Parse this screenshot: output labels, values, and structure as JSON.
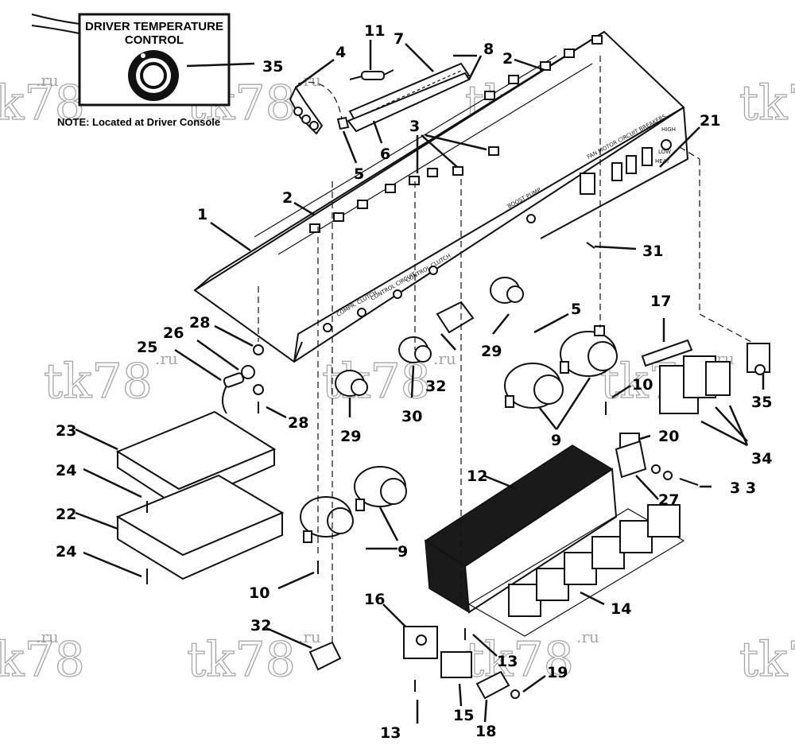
{
  "inset": {
    "title_line1": "DRIVER TEMPERATURE",
    "title_line2": "CONTROL",
    "note": "NOTE: Located at Driver Console"
  },
  "watermark": {
    "main": "tk78",
    "suffix": ".ru"
  },
  "panel_labels": {
    "fan_motor_breakers": "FAN MOTOR CIRCUIT BREAKERS",
    "high": "HIGH",
    "low": "LOW",
    "heat": "HEAT",
    "boost_pump": "BOOST PUMP",
    "compr_clutch": "COMPR. CLUTCH",
    "control_circuit": "CONTROL CIRCUIT",
    "control_clutch": "CONTROL CLUTCH"
  },
  "callouts": [
    {
      "id": "c1",
      "text": "1"
    },
    {
      "id": "c2a",
      "text": "2"
    },
    {
      "id": "c2b",
      "text": "2"
    },
    {
      "id": "c3",
      "text": "3"
    },
    {
      "id": "c4",
      "text": "4"
    },
    {
      "id": "c5a",
      "text": "5"
    },
    {
      "id": "c5b",
      "text": "5"
    },
    {
      "id": "c6",
      "text": "6"
    },
    {
      "id": "c7",
      "text": "7"
    },
    {
      "id": "c8",
      "text": "8"
    },
    {
      "id": "c9a",
      "text": "9"
    },
    {
      "id": "c9b",
      "text": "9"
    },
    {
      "id": "c10a",
      "text": "10"
    },
    {
      "id": "c10b",
      "text": "10"
    },
    {
      "id": "c11",
      "text": "11"
    },
    {
      "id": "c12",
      "text": "12"
    },
    {
      "id": "c13a",
      "text": "13"
    },
    {
      "id": "c13b",
      "text": "13"
    },
    {
      "id": "c14",
      "text": "14"
    },
    {
      "id": "c15",
      "text": "15"
    },
    {
      "id": "c16",
      "text": "16"
    },
    {
      "id": "c17",
      "text": "17"
    },
    {
      "id": "c18",
      "text": "18"
    },
    {
      "id": "c19",
      "text": "19"
    },
    {
      "id": "c20",
      "text": "20"
    },
    {
      "id": "c21",
      "text": "21"
    },
    {
      "id": "c22",
      "text": "22"
    },
    {
      "id": "c23",
      "text": "23"
    },
    {
      "id": "c24a",
      "text": "24"
    },
    {
      "id": "c24b",
      "text": "24"
    },
    {
      "id": "c25",
      "text": "25"
    },
    {
      "id": "c26",
      "text": "26"
    },
    {
      "id": "c27",
      "text": "27"
    },
    {
      "id": "c28a",
      "text": "28"
    },
    {
      "id": "c28b",
      "text": "28"
    },
    {
      "id": "c29a",
      "text": "29"
    },
    {
      "id": "c29b",
      "text": "29"
    },
    {
      "id": "c30",
      "text": "30"
    },
    {
      "id": "c31",
      "text": "31"
    },
    {
      "id": "c32a",
      "text": "32"
    },
    {
      "id": "c32b",
      "text": "32"
    },
    {
      "id": "c33",
      "text": "3 3"
    },
    {
      "id": "c34",
      "text": "34"
    },
    {
      "id": "c35a",
      "text": "35"
    },
    {
      "id": "c35b",
      "text": "35"
    }
  ]
}
